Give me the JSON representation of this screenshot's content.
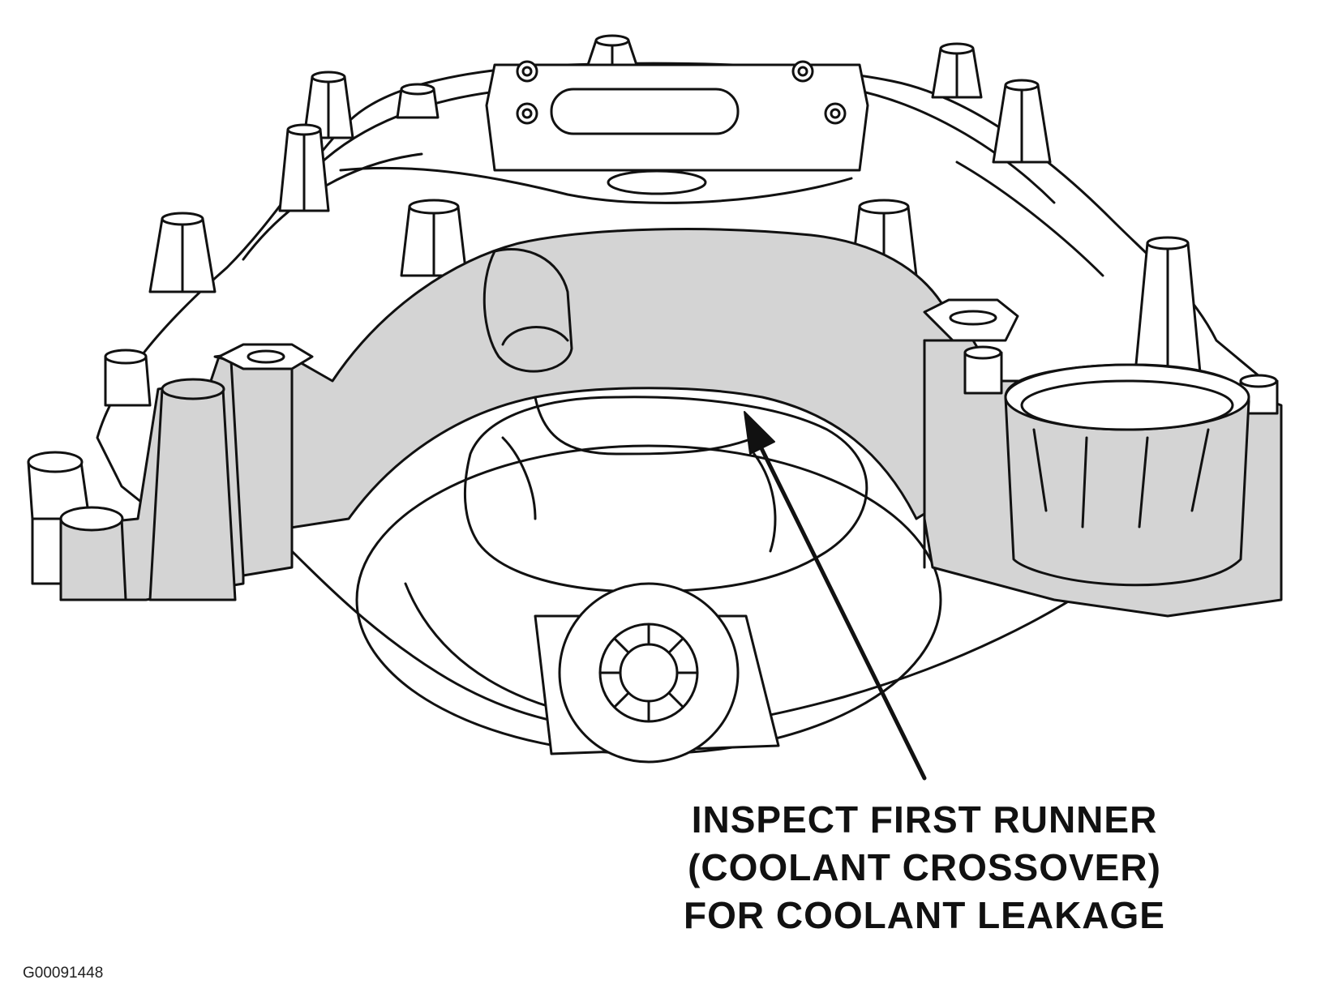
{
  "callout": {
    "lines": [
      "INSPECT FIRST RUNNER",
      "(COOLANT CROSSOVER)",
      "FOR COOLANT LEAKAGE"
    ]
  },
  "figure_id": "G00091448",
  "colors": {
    "line": "#111111",
    "shade": "#d4d4d4",
    "paper": "#ffffff"
  },
  "icons": {
    "arrow": "callout-arrow",
    "manifold": "intake-manifold-illustration"
  }
}
